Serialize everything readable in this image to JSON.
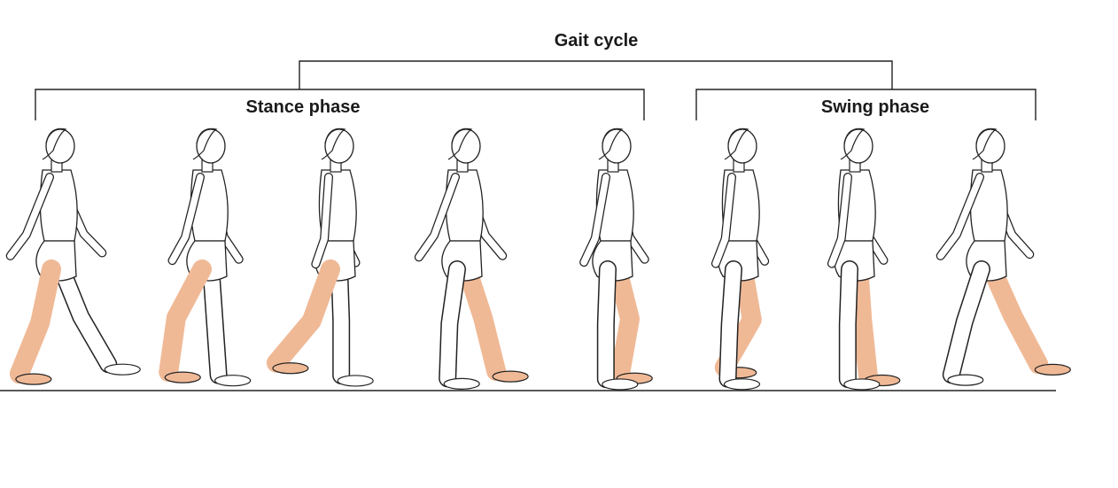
{
  "labels": {
    "gait_cycle": "Gait cycle",
    "stance_phase": "Stance phase",
    "swing_phase": "Swing phase"
  },
  "colors": {
    "highlight_leg": "#f0b996",
    "line": "#222222",
    "skin": "#ffffff"
  },
  "figures": [
    {
      "phase": "stance",
      "pose": "heel-strike"
    },
    {
      "phase": "stance",
      "pose": "loading-response"
    },
    {
      "phase": "stance",
      "pose": "mid-stance"
    },
    {
      "phase": "stance",
      "pose": "terminal-stance"
    },
    {
      "phase": "stance",
      "pose": "pre-swing"
    },
    {
      "phase": "swing",
      "pose": "initial-swing"
    },
    {
      "phase": "swing",
      "pose": "mid-swing"
    },
    {
      "phase": "swing",
      "pose": "terminal-swing"
    }
  ]
}
